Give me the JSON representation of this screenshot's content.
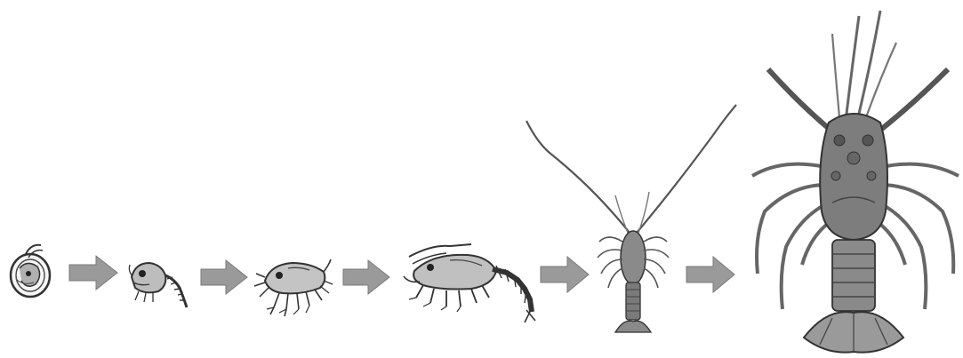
{
  "diagram": {
    "stages": [
      {
        "id": "egg",
        "icon": "lobster-egg-icon"
      },
      {
        "id": "early-larva",
        "icon": "early-larva-icon"
      },
      {
        "id": "phyllosoma",
        "icon": "phyllosoma-larva-icon"
      },
      {
        "id": "late-larva",
        "icon": "late-larva-icon"
      },
      {
        "id": "juvenile",
        "icon": "juvenile-lobster-icon"
      },
      {
        "id": "adult",
        "icon": "adult-lobster-icon"
      }
    ],
    "arrow_icon": "right-arrow-icon",
    "colors": {
      "arrow_fill": "#9a9a9a",
      "arrow_stroke": "#7a7a7a",
      "sketch": "#333333",
      "body_shade": "#8a8a8a",
      "background": "#ffffff"
    }
  }
}
